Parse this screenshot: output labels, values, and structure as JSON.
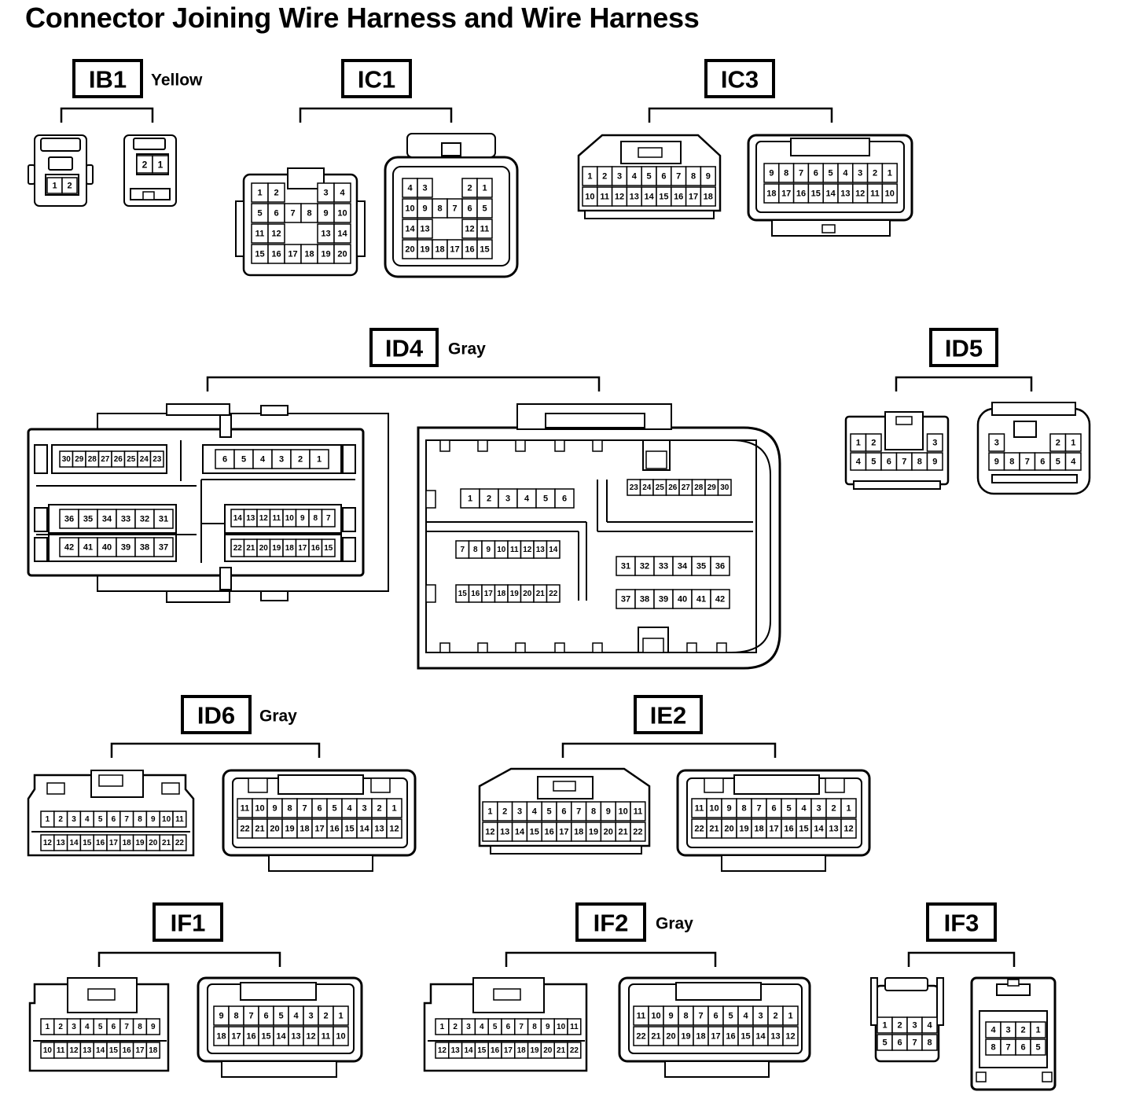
{
  "title": "Connector Joining Wire Harness and Wire Harness",
  "colors": {
    "ink": "#000000",
    "paper": "#ffffff"
  },
  "connectors": [
    {
      "code": "IB1",
      "color": "Yellow",
      "halves": [
        {
          "rows": [
            [
              "1",
              "2"
            ]
          ]
        },
        {
          "rows": [
            [
              "2",
              "1"
            ]
          ]
        }
      ]
    },
    {
      "code": "IC1",
      "color": "",
      "halves": [
        {
          "rows": [
            [
              "1",
              "2",
              "",
              "",
              "3",
              "4"
            ],
            [
              "5",
              "6",
              "7",
              "8",
              "9",
              "10"
            ],
            [
              "11",
              "12",
              "",
              "",
              "13",
              "14"
            ],
            [
              "15",
              "16",
              "17",
              "18",
              "19",
              "20"
            ]
          ]
        },
        {
          "rows": [
            [
              "4",
              "3",
              "",
              "",
              "2",
              "1"
            ],
            [
              "10",
              "9",
              "8",
              "7",
              "6",
              "5"
            ],
            [
              "14",
              "13",
              "",
              "",
              "12",
              "11"
            ],
            [
              "20",
              "19",
              "18",
              "17",
              "16",
              "15"
            ]
          ]
        }
      ]
    },
    {
      "code": "IC3",
      "color": "",
      "halves": [
        {
          "rows": [
            [
              "1",
              "2",
              "3",
              "4",
              "5",
              "6",
              "7",
              "8",
              "9"
            ],
            [
              "10",
              "11",
              "12",
              "13",
              "14",
              "15",
              "16",
              "17",
              "18"
            ]
          ]
        },
        {
          "rows": [
            [
              "9",
              "8",
              "7",
              "6",
              "5",
              "4",
              "3",
              "2",
              "1"
            ],
            [
              "18",
              "17",
              "16",
              "15",
              "14",
              "13",
              "12",
              "11",
              "10"
            ]
          ]
        }
      ]
    },
    {
      "code": "ID4",
      "color": "Gray",
      "halves": [
        {
          "rows": [
            [
              "30",
              "29",
              "28",
              "27",
              "26",
              "25",
              "24",
              "23"
            ],
            [
              "6",
              "5",
              "4",
              "3",
              "2",
              "1"
            ],
            [
              "36",
              "35",
              "34",
              "33",
              "32",
              "31"
            ],
            [
              "14",
              "13",
              "12",
              "11",
              "10",
              "9",
              "8",
              "7"
            ],
            [
              "42",
              "41",
              "40",
              "39",
              "38",
              "37"
            ],
            [
              "22",
              "21",
              "20",
              "19",
              "18",
              "17",
              "16",
              "15"
            ]
          ]
        },
        {
          "rows": [
            [
              "1",
              "2",
              "3",
              "4",
              "5",
              "6"
            ],
            [
              "23",
              "24",
              "25",
              "26",
              "27",
              "28",
              "29",
              "30"
            ],
            [
              "7",
              "8",
              "9",
              "10",
              "11",
              "12",
              "13",
              "14"
            ],
            [
              "31",
              "32",
              "33",
              "34",
              "35",
              "36"
            ],
            [
              "15",
              "16",
              "17",
              "18",
              "19",
              "20",
              "21",
              "22"
            ],
            [
              "37",
              "38",
              "39",
              "40",
              "41",
              "42"
            ]
          ]
        }
      ]
    },
    {
      "code": "ID5",
      "color": "",
      "halves": [
        {
          "rows": [
            [
              "1",
              "2",
              "",
              "",
              "",
              "3"
            ],
            [
              "4",
              "5",
              "6",
              "7",
              "8",
              "9"
            ]
          ]
        },
        {
          "rows": [
            [
              "3",
              "",
              "",
              "",
              "2",
              "1"
            ],
            [
              "9",
              "8",
              "7",
              "6",
              "5",
              "4"
            ]
          ]
        }
      ]
    },
    {
      "code": "ID6",
      "color": "Gray",
      "halves": [
        {
          "rows": [
            [
              "1",
              "2",
              "3",
              "4",
              "5",
              "6",
              "7",
              "8",
              "9",
              "10",
              "11"
            ],
            [
              "12",
              "13",
              "14",
              "15",
              "16",
              "17",
              "18",
              "19",
              "20",
              "21",
              "22"
            ]
          ]
        },
        {
          "rows": [
            [
              "11",
              "10",
              "9",
              "8",
              "7",
              "6",
              "5",
              "4",
              "3",
              "2",
              "1"
            ],
            [
              "22",
              "21",
              "20",
              "19",
              "18",
              "17",
              "16",
              "15",
              "14",
              "13",
              "12"
            ]
          ]
        }
      ]
    },
    {
      "code": "IE2",
      "color": "",
      "halves": [
        {
          "rows": [
            [
              "1",
              "2",
              "3",
              "4",
              "5",
              "6",
              "7",
              "8",
              "9",
              "10",
              "11"
            ],
            [
              "12",
              "13",
              "14",
              "15",
              "16",
              "17",
              "18",
              "19",
              "20",
              "21",
              "22"
            ]
          ]
        },
        {
          "rows": [
            [
              "11",
              "10",
              "9",
              "8",
              "7",
              "6",
              "5",
              "4",
              "3",
              "2",
              "1"
            ],
            [
              "22",
              "21",
              "20",
              "19",
              "18",
              "17",
              "16",
              "15",
              "14",
              "13",
              "12"
            ]
          ]
        }
      ]
    },
    {
      "code": "IF1",
      "color": "",
      "halves": [
        {
          "rows": [
            [
              "1",
              "2",
              "3",
              "4",
              "5",
              "6",
              "7",
              "8",
              "9"
            ],
            [
              "10",
              "11",
              "12",
              "13",
              "14",
              "15",
              "16",
              "17",
              "18"
            ]
          ]
        },
        {
          "rows": [
            [
              "9",
              "8",
              "7",
              "6",
              "5",
              "4",
              "3",
              "2",
              "1"
            ],
            [
              "18",
              "17",
              "16",
              "15",
              "14",
              "13",
              "12",
              "11",
              "10"
            ]
          ]
        }
      ]
    },
    {
      "code": "IF2",
      "color": "Gray",
      "halves": [
        {
          "rows": [
            [
              "1",
              "2",
              "3",
              "4",
              "5",
              "6",
              "7",
              "8",
              "9",
              "10",
              "11"
            ],
            [
              "12",
              "13",
              "14",
              "15",
              "16",
              "17",
              "18",
              "19",
              "20",
              "21",
              "22"
            ]
          ]
        },
        {
          "rows": [
            [
              "11",
              "10",
              "9",
              "8",
              "7",
              "6",
              "5",
              "4",
              "3",
              "2",
              "1"
            ],
            [
              "22",
              "21",
              "20",
              "19",
              "18",
              "17",
              "16",
              "15",
              "14",
              "13",
              "12"
            ]
          ]
        }
      ]
    },
    {
      "code": "IF3",
      "color": "",
      "halves": [
        {
          "rows": [
            [
              "1",
              "2",
              "3",
              "4"
            ],
            [
              "5",
              "6",
              "7",
              "8"
            ]
          ]
        },
        {
          "rows": [
            [
              "4",
              "3",
              "2",
              "1"
            ],
            [
              "8",
              "7",
              "6",
              "5"
            ]
          ]
        }
      ]
    }
  ]
}
